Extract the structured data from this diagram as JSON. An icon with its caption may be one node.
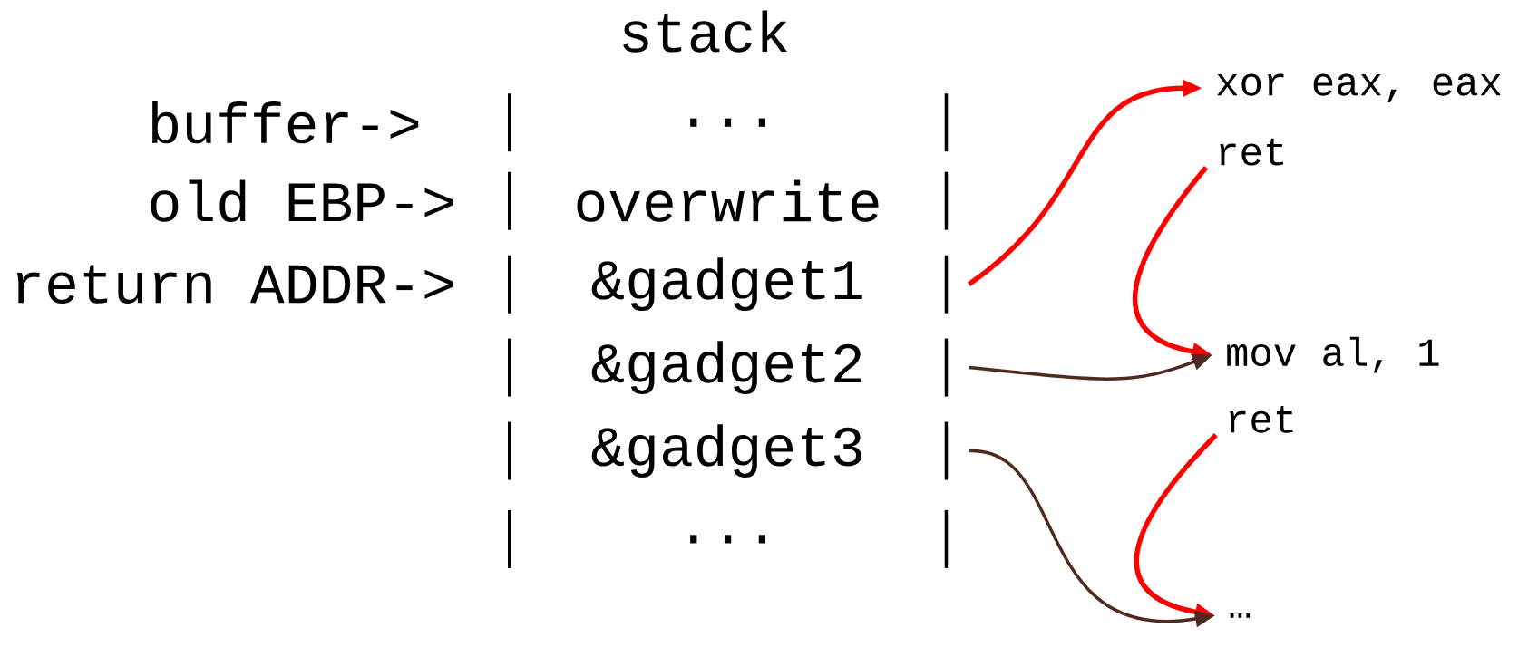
{
  "diagram": {
    "title": "stack",
    "nodes": [
      {
        "text": [
          "..."
        ]
      },
      {
        "text": [
          "overwrite"
        ]
      },
      {
        "text": [
          "&gadget1"
        ]
      },
      {
        "text": [
          "&gadget2"
        ]
      },
      {
        "text": [
          "&gadget3"
        ]
      },
      {
        "text": [
          "..."
        ]
      },
      {
        "text": [
          "xor eax, eax"
        ]
      },
      {
        "text": [
          "ret"
        ]
      },
      {
        "text": [
          "mov al, 1"
        ]
      },
      {
        "text": [
          "ret"
        ]
      },
      {
        "text": [
          "…"
        ]
      }
    ],
    "edges": [
      {
        "from": 2,
        "to": 6,
        "arrow": "to"
      },
      {
        "from": 7,
        "to": 8,
        "arrow": "to"
      },
      {
        "from": 3,
        "to": 8,
        "arrow": "to",
        "color": "#4f2a1e"
      },
      {
        "from": 9,
        "to": 10,
        "arrow": "to"
      },
      {
        "from": 4,
        "to": 10,
        "arrow": "to",
        "color": "#4f2a1e"
      }
    ],
    "labels": [
      "buffer->",
      "old EBP->",
      "return ADDR->"
    ]
  }
}
